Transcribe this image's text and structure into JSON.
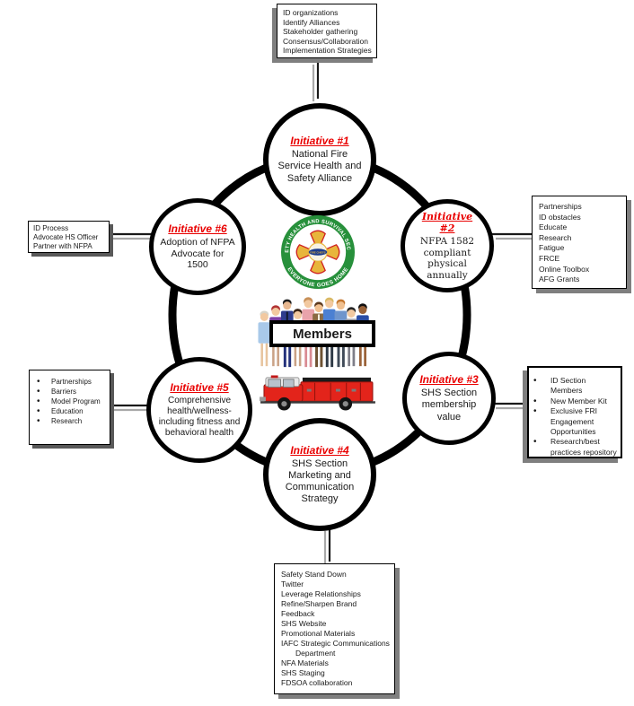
{
  "initiatives": [
    {
      "title": "Initiative #1",
      "body": "National Fire Service Health and Safety Alliance"
    },
    {
      "title": "Initiative #2",
      "body": "NFPA 1582 compliant physical annually"
    },
    {
      "title": "Initiative #3",
      "body": "SHS Section membership value"
    },
    {
      "title": "Initiative #4",
      "body": "SHS Section Marketing and Communication Strategy"
    },
    {
      "title": "Initiative #5",
      "body": "Comprehensive health/wellness- including fitness and behavioral health"
    },
    {
      "title": "Initiative #6",
      "body": "Adoption of NFPA Advocate for 1500"
    }
  ],
  "boxes": {
    "top": {
      "lines": [
        "ID organizations",
        "Identify Alliances",
        "Stakeholder gathering",
        "Consensus/Collaboration",
        "Implementation Strategies"
      ]
    },
    "left_upper": {
      "lines": [
        "ID Process",
        "Advocate HS Officer",
        "Partner with NFPA"
      ]
    },
    "right_upper": {
      "lines": [
        "Partnerships",
        "ID obstacles",
        "Educate",
        "Research",
        "Fatigue",
        "FRCE",
        "Online Toolbox",
        "AFG Grants"
      ]
    },
    "left_lower": {
      "bullets": [
        "Partnerships",
        "Barriers",
        "Model Program",
        "Education",
        "Research"
      ]
    },
    "right_lower": {
      "bullets": [
        "ID Section Members",
        "New Member Kit",
        "Exclusive FRI Engagement Opportunities",
        "Research/best practices repository"
      ]
    },
    "bottom": {
      "lines": [
        "Safety Stand Down",
        "Twitter",
        "Leverage Relationships",
        "Refine/Sharpen Brand",
        "Feedback",
        "SHS Website",
        "Promotional Materials",
        "IAFC Strategic Communications Department",
        "NFA Materials",
        "SHS Staging",
        "FDSOA collaboration"
      ]
    }
  },
  "center": {
    "members_label": "Members",
    "logo": {
      "ring_top_text": "SAFETY HEALTH AND SURVIVAL SECTION",
      "ring_bottom_text": "EVERYONE GOES HOME",
      "band_text": "FIRE CHIEFS"
    }
  },
  "colors": {
    "initiative_title_red": "#e90000",
    "logo_green": "#27903b",
    "logo_gold": "#e8b53c",
    "logo_red": "#cf2020",
    "logo_blue": "#1c3c8c",
    "truck_red": "#e3241b",
    "outline_black": "#000000",
    "shadow_gray": "#7f7f7f"
  }
}
